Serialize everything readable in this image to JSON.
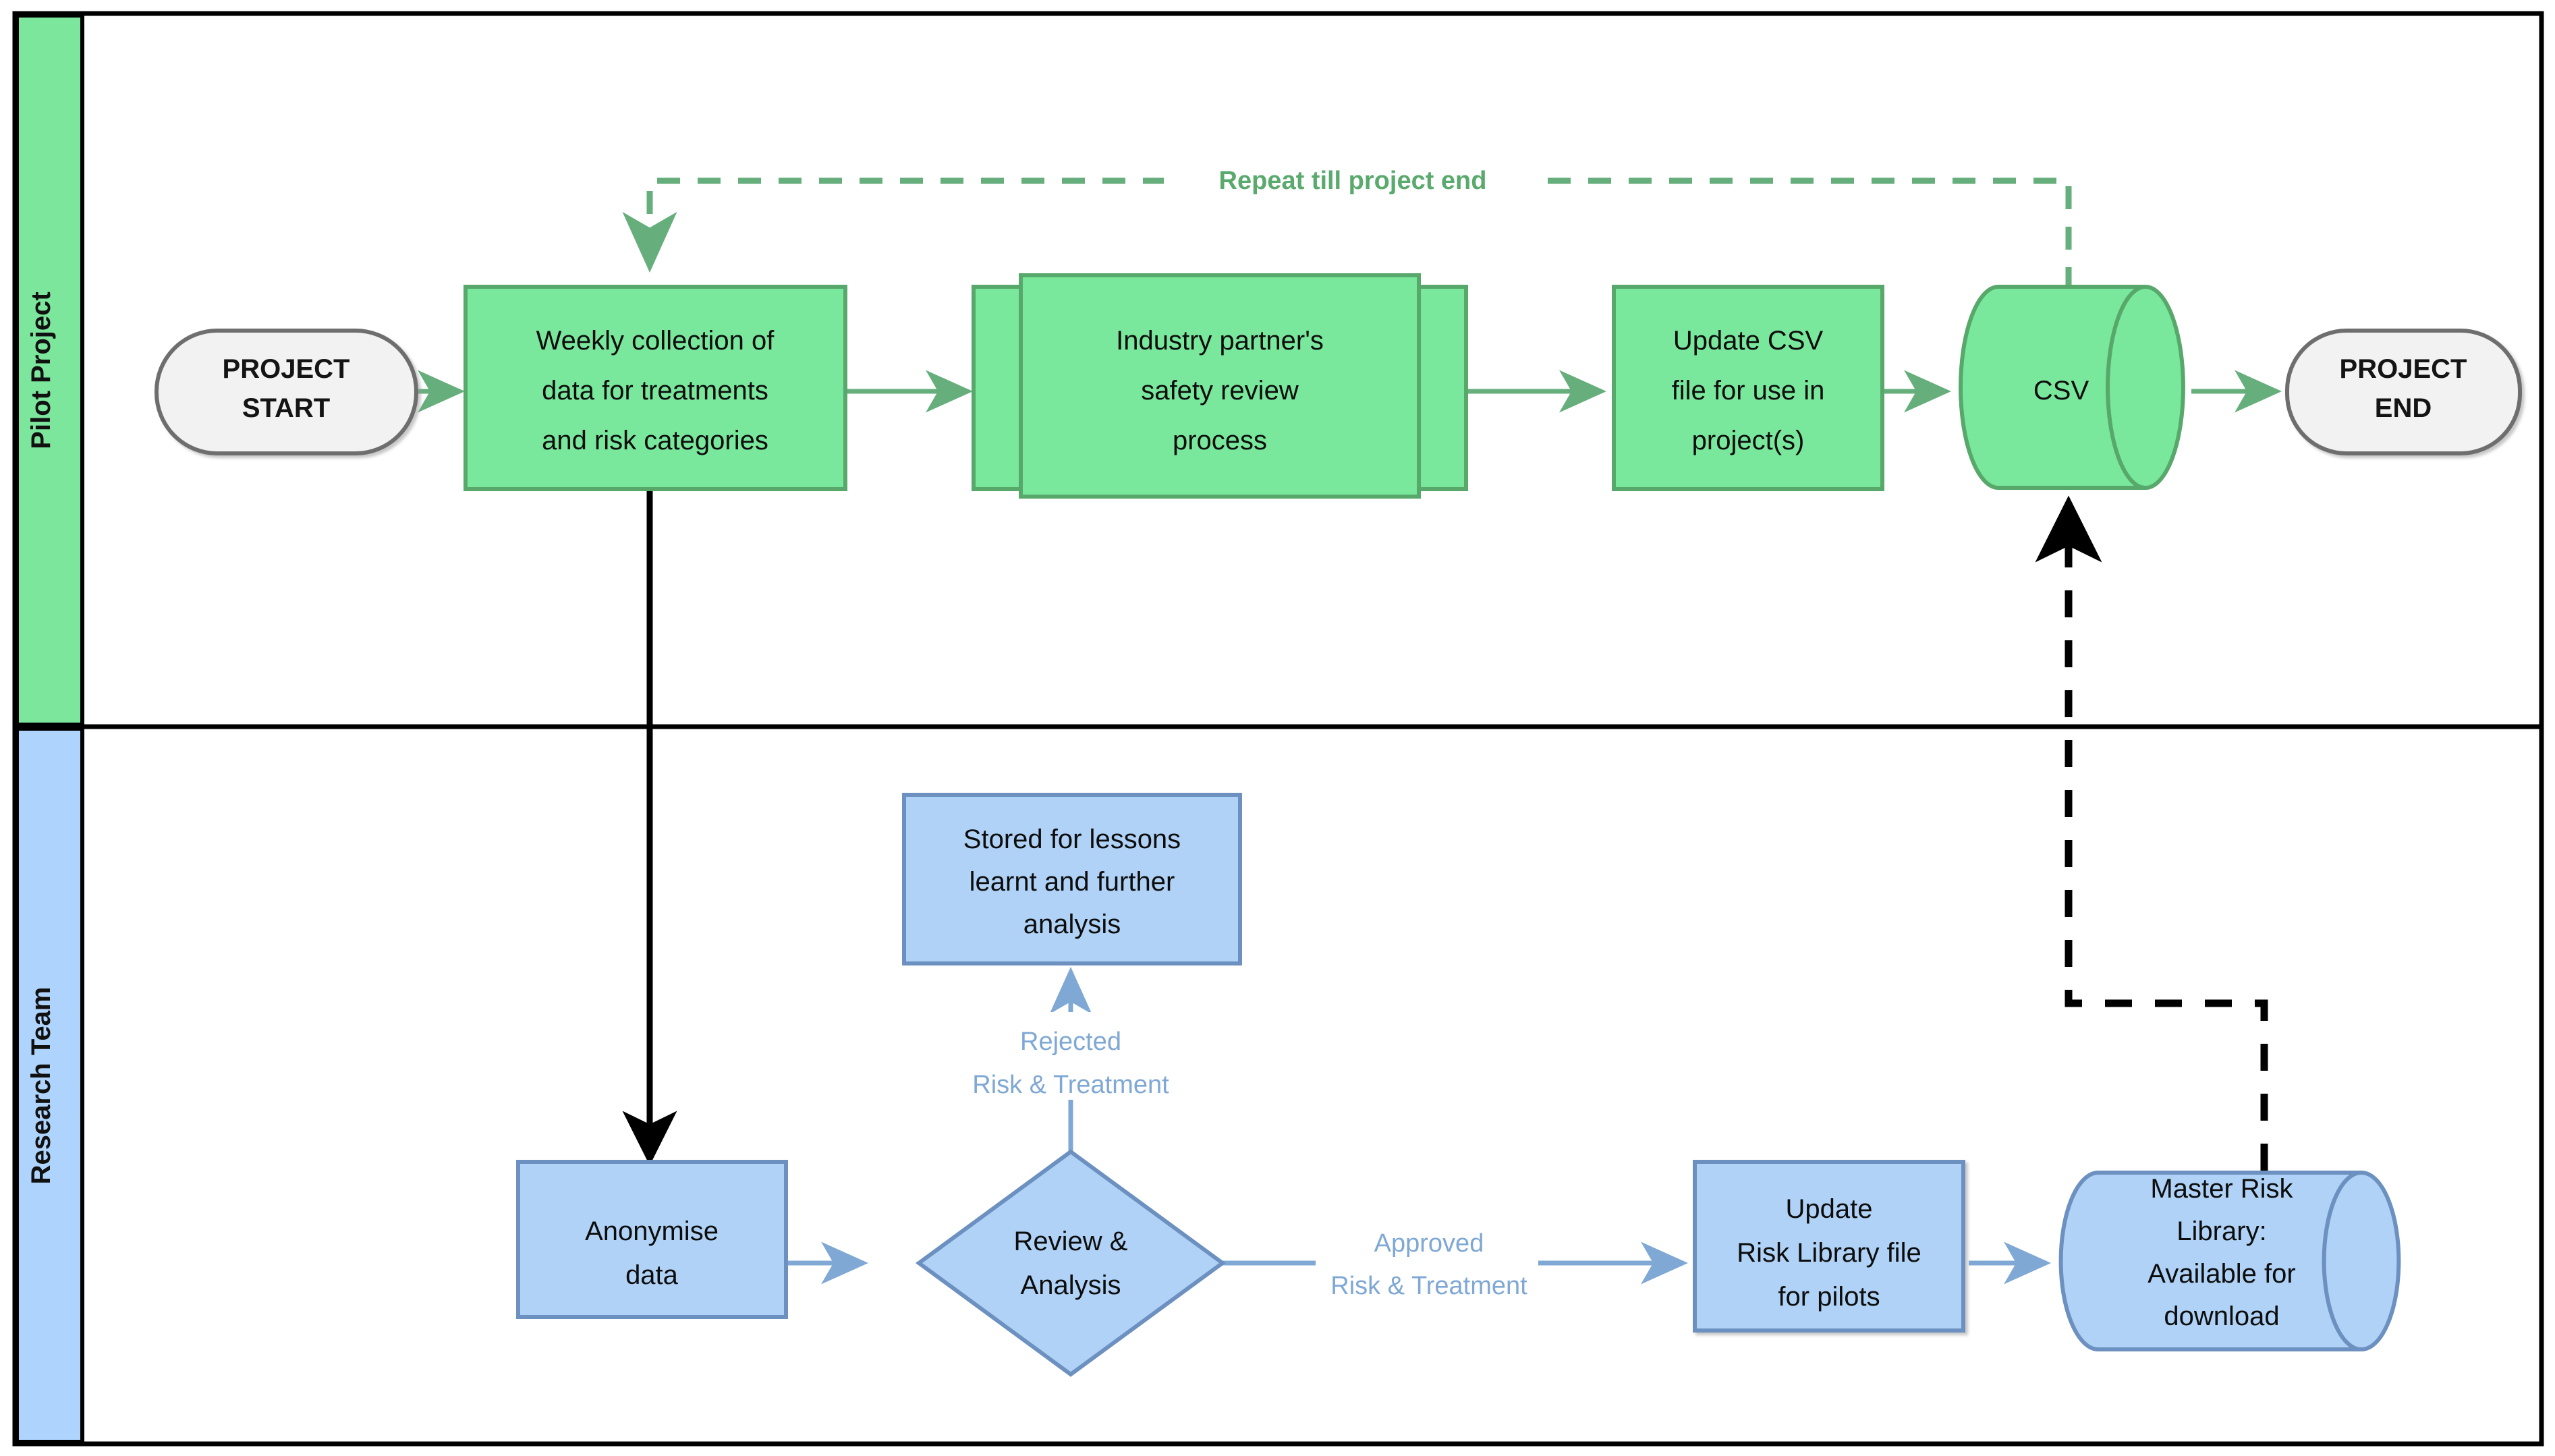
{
  "diagram": {
    "type": "swimlane-flowchart",
    "title": "",
    "colors": {
      "lane_green": "#7CE79C",
      "lane_blue": "#AED4FD",
      "node_green_fill": "#79E79C",
      "node_green_stroke": "#58A86C",
      "node_blue_fill": "#AFD2F6",
      "node_blue_stroke": "#6C90BF",
      "terminator_fill": "#F2F2F2",
      "terminator_stroke": "#6E6E6E",
      "green_edge": "#66AE7B",
      "blue_edge": "#7FA8D4",
      "black_edge": "#000000",
      "frame_stroke": "#000000"
    },
    "lanes": [
      {
        "id": "lane-pilot-project",
        "label": "Pilot Project",
        "color": "#7CE79C"
      },
      {
        "id": "lane-research-team",
        "label": "Research Team",
        "color": "#AED4FD"
      }
    ],
    "nodes": [
      {
        "id": "project-start",
        "lane": "lane-pilot-project",
        "shape": "terminator",
        "lines": [
          "PROJECT",
          "START"
        ]
      },
      {
        "id": "weekly-collection",
        "lane": "lane-pilot-project",
        "shape": "process",
        "lines": [
          "Weekly collection of",
          "data  for  treatments",
          "and risk categories"
        ]
      },
      {
        "id": "safety-review",
        "lane": "lane-pilot-project",
        "shape": "subprocess",
        "lines": [
          "Industry partner's",
          "safety review",
          "process"
        ]
      },
      {
        "id": "update-csv",
        "lane": "lane-pilot-project",
        "shape": "process",
        "lines": [
          "Update CSV",
          "file for use in",
          "project(s)"
        ]
      },
      {
        "id": "csv-store",
        "lane": "lane-pilot-project",
        "shape": "cylinder",
        "lines": [
          "CSV"
        ]
      },
      {
        "id": "project-end",
        "lane": "lane-pilot-project",
        "shape": "terminator",
        "lines": [
          "PROJECT",
          "END"
        ]
      },
      {
        "id": "anonymise-data",
        "lane": "lane-research-team",
        "shape": "process",
        "lines": [
          "Anonymise",
          "data"
        ]
      },
      {
        "id": "review-analysis",
        "lane": "lane-research-team",
        "shape": "decision",
        "lines": [
          "Review &",
          "Analysis"
        ]
      },
      {
        "id": "stored-lessons",
        "lane": "lane-research-team",
        "shape": "process",
        "lines": [
          "Stored for lessons",
          "learnt and further",
          "analysis"
        ]
      },
      {
        "id": "update-risk-library",
        "lane": "lane-research-team",
        "shape": "process",
        "lines": [
          "Update",
          "Risk Library file",
          "for pilots"
        ]
      },
      {
        "id": "master-risk-library",
        "lane": "lane-research-team",
        "shape": "cylinder",
        "lines": [
          "Master Risk",
          "Library:",
          "Available for",
          "download"
        ]
      }
    ],
    "edges": [
      {
        "id": "edge-start-to-weekly",
        "from": "project-start",
        "to": "weekly-collection",
        "label": "",
        "style": "solid-green"
      },
      {
        "id": "edge-weekly-to-review",
        "from": "weekly-collection",
        "to": "safety-review",
        "label": "",
        "style": "solid-green"
      },
      {
        "id": "edge-review-to-csvupdate",
        "from": "safety-review",
        "to": "update-csv",
        "label": "",
        "style": "solid-green"
      },
      {
        "id": "edge-csvupdate-to-csv",
        "from": "update-csv",
        "to": "csv-store",
        "label": "",
        "style": "solid-green"
      },
      {
        "id": "edge-csv-to-end",
        "from": "csv-store",
        "to": "project-end",
        "label": "",
        "style": "solid-green"
      },
      {
        "id": "edge-repeat-loop",
        "from": "csv-store",
        "to": "weekly-collection",
        "label": "Repeat till project end",
        "style": "dashed-green"
      },
      {
        "id": "edge-weekly-to-anonymise",
        "from": "weekly-collection",
        "to": "anonymise-data",
        "label": "",
        "style": "solid-black"
      },
      {
        "id": "edge-anonymise-to-review",
        "from": "anonymise-data",
        "to": "review-analysis",
        "label": "",
        "style": "solid-blue"
      },
      {
        "id": "edge-rejected",
        "from": "review-analysis",
        "to": "stored-lessons",
        "label": "Rejected\nRisk & Treatment",
        "style": "solid-blue"
      },
      {
        "id": "edge-approved",
        "from": "review-analysis",
        "to": "update-risk-library",
        "label": "Approved\nRisk & Treatment",
        "style": "solid-blue"
      },
      {
        "id": "edge-library-to-master",
        "from": "update-risk-library",
        "to": "master-risk-library",
        "label": "",
        "style": "solid-blue"
      },
      {
        "id": "edge-master-to-csv",
        "from": "master-risk-library",
        "to": "csv-store",
        "label": "",
        "style": "dashed-black"
      }
    ],
    "edge_labels": {
      "repeat_loop": "Repeat till project end",
      "rejected_line1": "Rejected",
      "rejected_line2": "Risk & Treatment",
      "approved_line1": "Approved",
      "approved_line2": "Risk & Treatment"
    },
    "node_text": {
      "project_start_l1": "PROJECT",
      "project_start_l2": "START",
      "weekly_l1": "Weekly collection of",
      "weekly_l2": "data  for  treatments",
      "weekly_l3": "and risk categories",
      "safety_l1": "Industry partner's",
      "safety_l2": "safety review",
      "safety_l3": "process",
      "updatecsv_l1": "Update CSV",
      "updatecsv_l2": "file for use in",
      "updatecsv_l3": "project(s)",
      "csv_l1": "CSV",
      "project_end_l1": "PROJECT",
      "project_end_l2": "END",
      "anonymise_l1": "Anonymise",
      "anonymise_l2": "data",
      "review_l1": "Review &",
      "review_l2": "Analysis",
      "stored_l1": "Stored for lessons",
      "stored_l2": "learnt and further",
      "stored_l3": "analysis",
      "updatelib_l1": "Update",
      "updatelib_l2": "Risk Library file",
      "updatelib_l3": "for pilots",
      "master_l1": "Master Risk",
      "master_l2": "Library:",
      "master_l3": "Available for",
      "master_l4": "download"
    },
    "lane_labels": {
      "pilot": "Pilot Project",
      "research": "Research Team"
    }
  }
}
